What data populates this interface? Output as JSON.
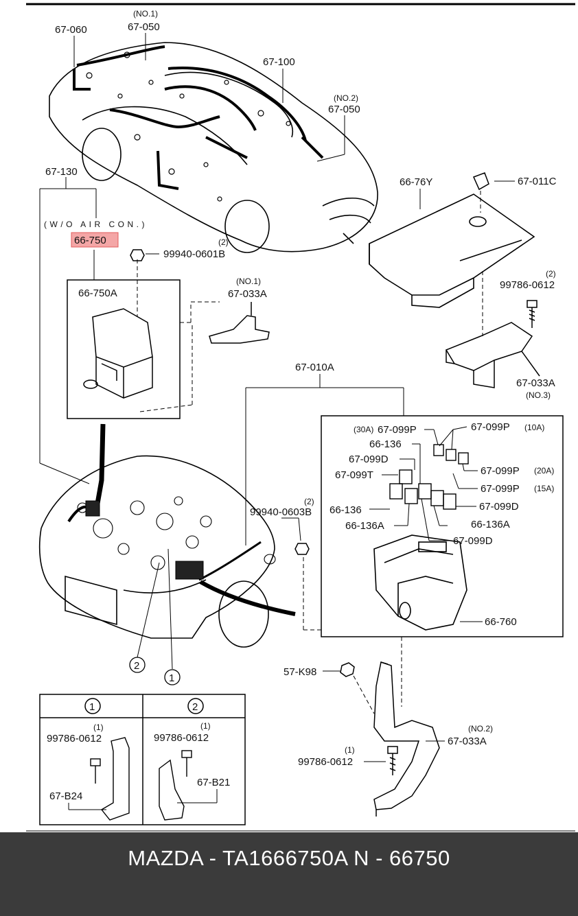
{
  "diagram": {
    "labels": {
      "l_67_060": "67-060",
      "l_no1_a": "(NO.1)",
      "l_67_050_a": "67-050",
      "l_67_100": "67-100",
      "l_no2_a": "(NO.2)",
      "l_67_050_b": "67-050",
      "l_67_130": "67-130",
      "l_wo_air": "(W/O AIR CON.)",
      "l_66_750": "66-750",
      "l_qty2_a": "(2)",
      "l_99940_0601b": "99940-0601B",
      "l_66_750a": "66-750A",
      "l_no1_b": "(NO.1)",
      "l_67_033a_a": "67-033A",
      "l_66_76y": "66-76Y",
      "l_67_011c": "67-011C",
      "l_qty2_b": "(2)",
      "l_99786_0612_a": "99786-0612",
      "l_67_033a_b": "67-033A",
      "l_no3": "(NO.3)",
      "l_67_010a": "67-010A",
      "l_30a": "(30A)",
      "l_67_099p_a": "67-099P",
      "l_67_099p_b": "67-099P",
      "l_10a": "(10A)",
      "l_66_136_a": "66-136",
      "l_67_099d_a": "67-099D",
      "l_67_099t": "67-099T",
      "l_67_099p_c": "67-099P",
      "l_20a": "(20A)",
      "l_67_099p_d": "67-099P",
      "l_15a": "(15A)",
      "l_66_136_b": "66-136",
      "l_67_099d_b": "67-099D",
      "l_66_136a_a": "66-136A",
      "l_66_136a_b": "66-136A",
      "l_67_099d_c": "67-099D",
      "l_qty2_c": "(2)",
      "l_99940_0603b": "99940-0603B",
      "l_66_760": "66-760",
      "l_circ2": "2",
      "l_circ1": "1",
      "l_57_k98": "57-K98",
      "l_no2_b": "(NO.2)",
      "l_67_033a_c": "67-033A",
      "l_qty1_a": "(1)",
      "l_99786_0612_b": "99786-0612",
      "l_tab1": "1",
      "l_tab2": "2",
      "l_qty1_b": "(1)",
      "l_99786_0612_c": "99786-0612",
      "l_qty1_c": "(1)",
      "l_99786_0612_d": "99786-0612",
      "l_67_b24": "67-B24",
      "l_67_b21": "67-B21"
    }
  },
  "footer": {
    "text": "MAZDA - TA1666750A   N - 66750"
  },
  "colors": {
    "highlight": "#f4a6a6",
    "footer_bg": "#3b3b3b"
  }
}
